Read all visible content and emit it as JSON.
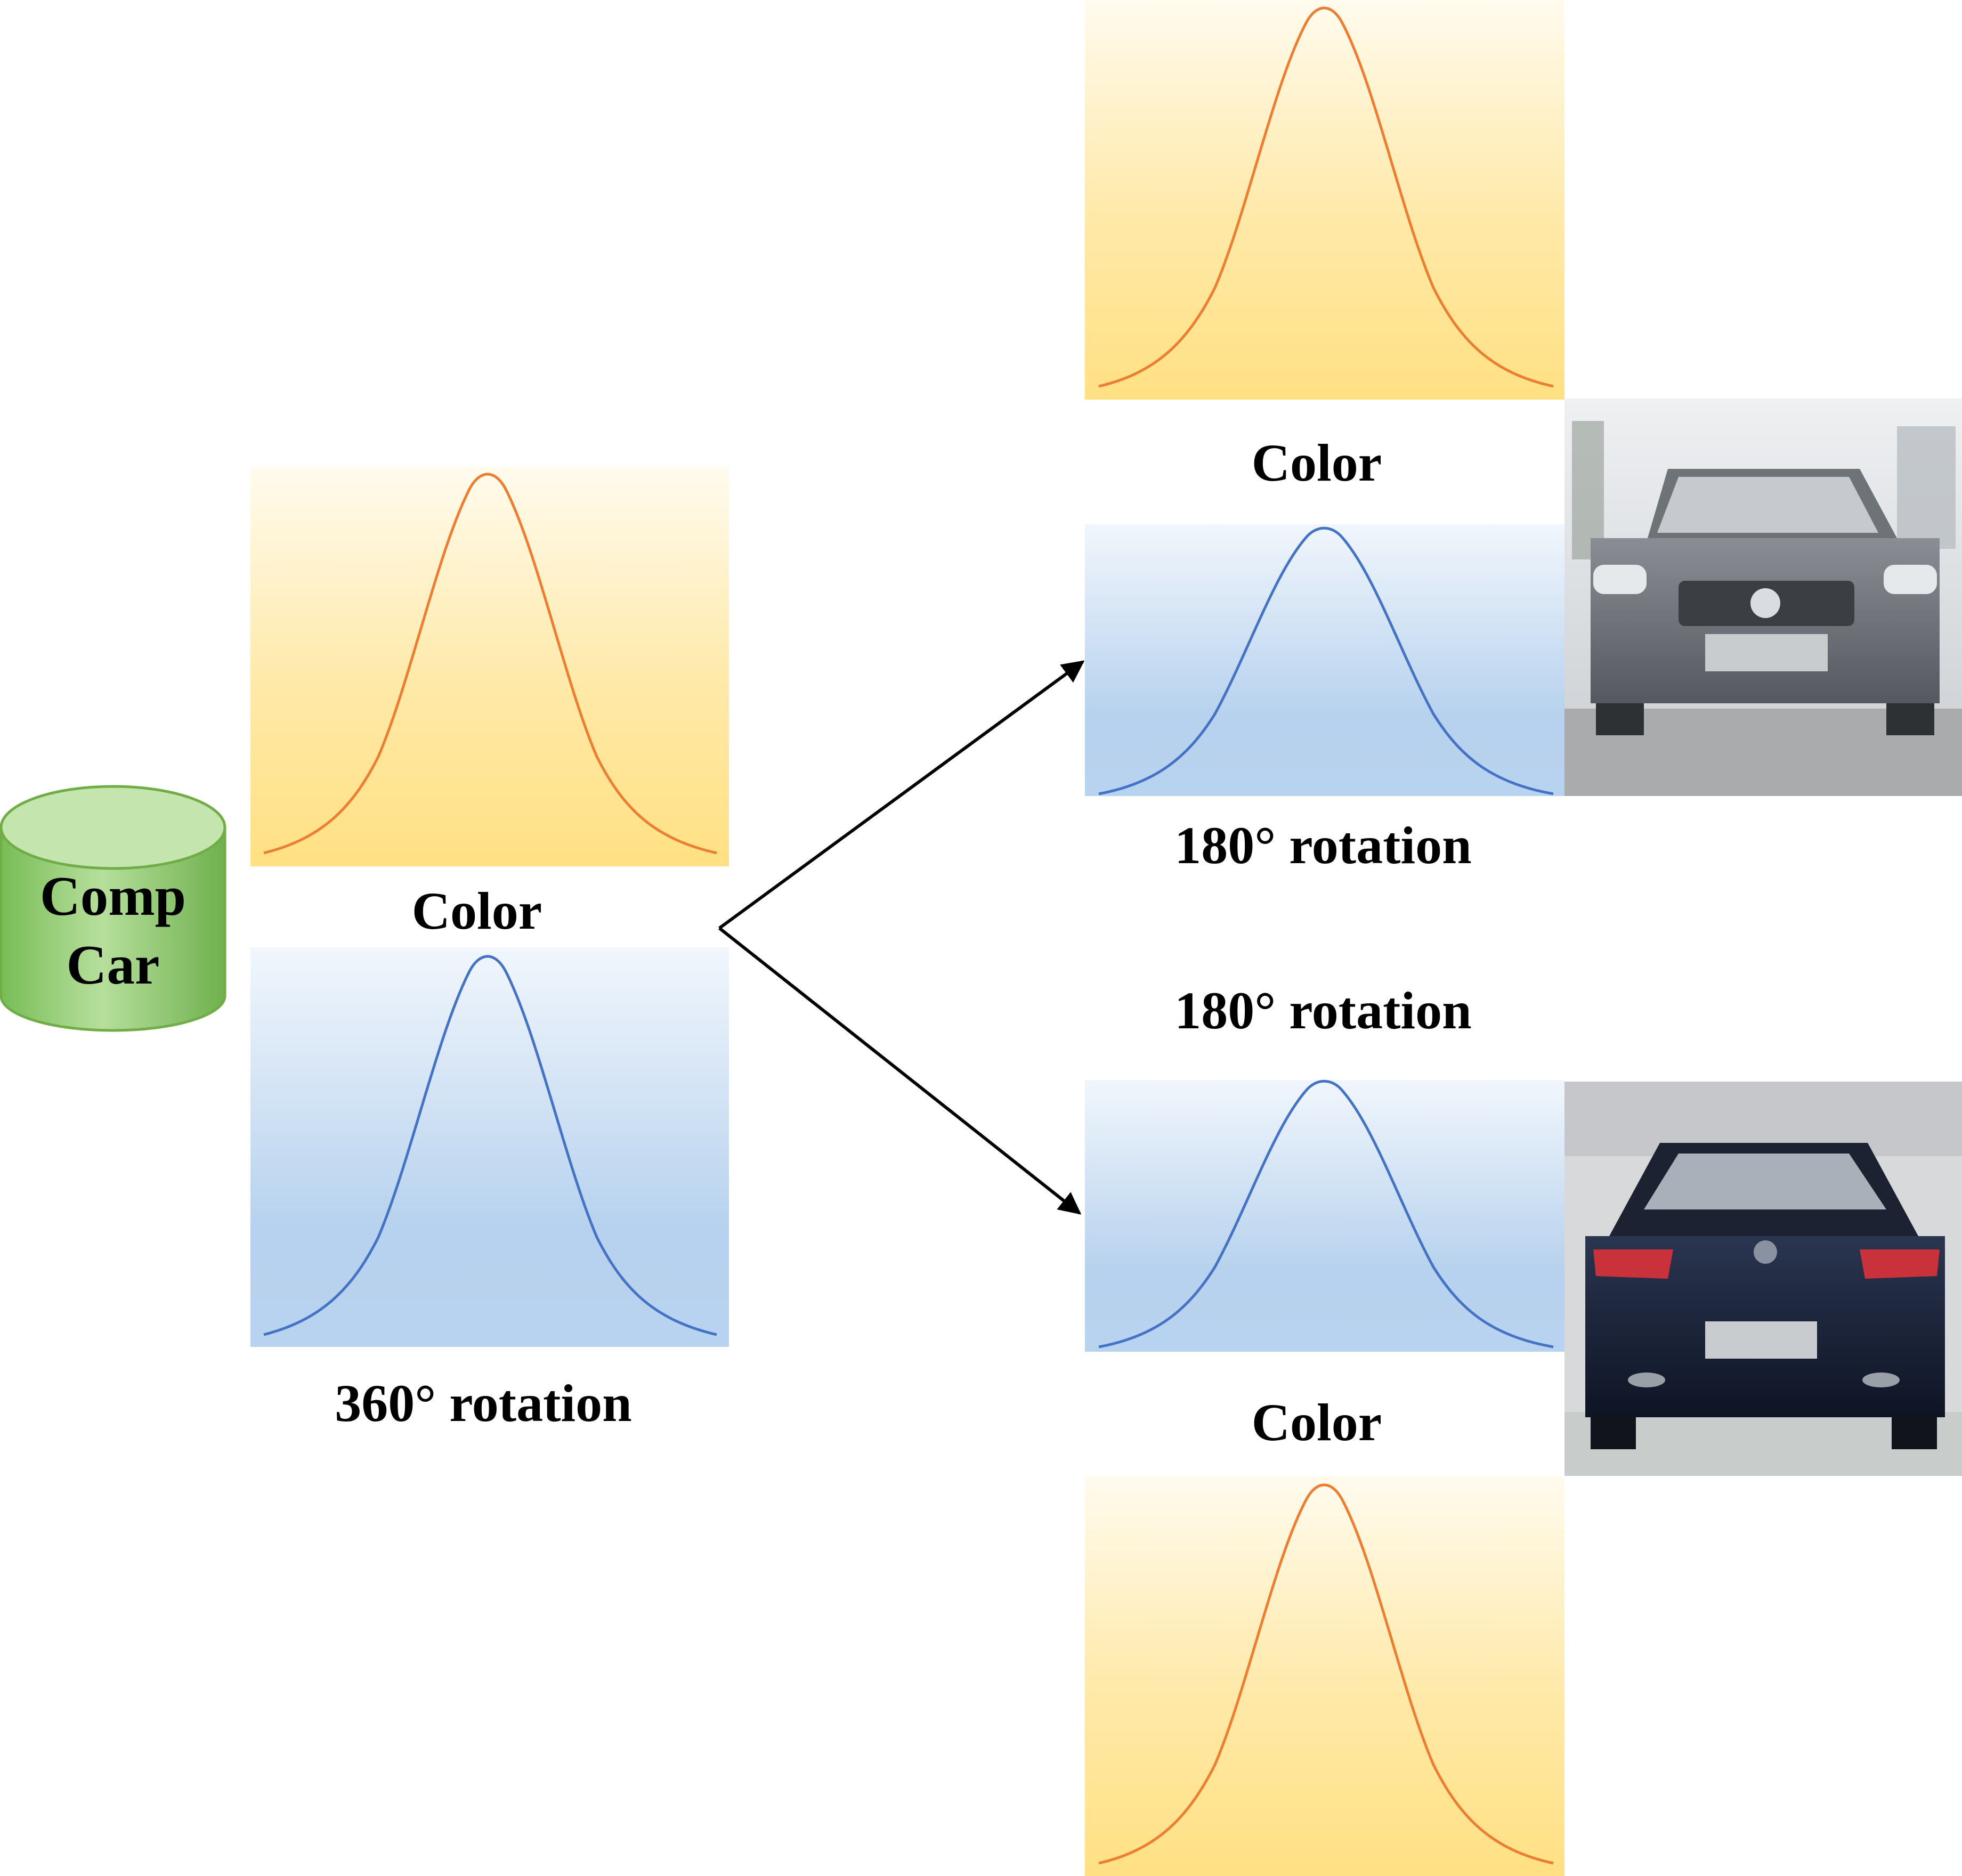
{
  "source": {
    "line1": "Comp",
    "line2": "Car"
  },
  "left_stack": {
    "color_label": "Color",
    "rotation_label": "360° rotation"
  },
  "top_branch": {
    "color_label": "Color",
    "rotation_label": "180° rotation",
    "car_view": "front"
  },
  "bottom_branch": {
    "rotation_label": "180° rotation",
    "color_label": "Color",
    "car_view": "rear"
  },
  "colors": {
    "orange_curve": "#ED7D31",
    "blue_curve": "#4472C4",
    "yellow_panel": "#FFE083",
    "blue_panel": "#B3D0EC",
    "cylinder_fill": "#8BC96A",
    "cylinder_stroke": "#71AD47",
    "arrow": "#000000"
  },
  "icons": {
    "source": "database-cylinder-icon",
    "arrows": "arrow-right-icon"
  }
}
